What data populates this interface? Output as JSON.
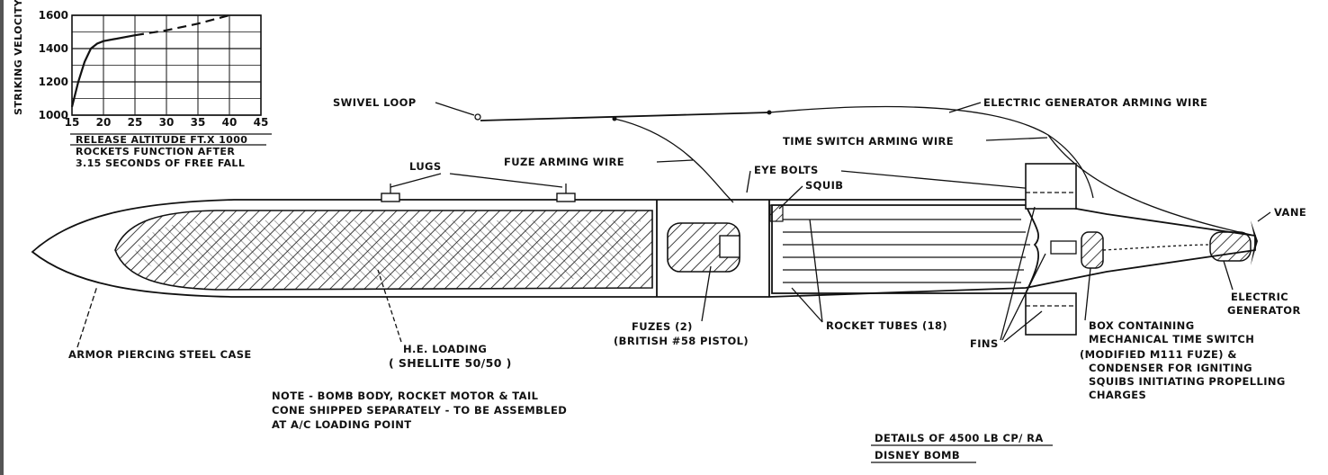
{
  "diagram": {
    "title_line1": "DETAILS OF 4500 LB  CP/ RA",
    "title_line2": "DISNEY BOMB",
    "labels": {
      "swivel_loop": "SWIVEL LOOP",
      "electric_generator_arming_wire": "ELECTRIC GENERATOR ARMING WIRE",
      "time_switch_arming_wire": "TIME SWITCH ARMING WIRE",
      "fuze_arming_wire": "FUZE ARMING WIRE",
      "lugs": "LUGS",
      "eye_bolts": "EYE BOLTS",
      "squib": "SQUIB",
      "vane": "VANE",
      "electric_generator_1": "ELECTRIC",
      "electric_generator_2": "GENERATOR",
      "armor_piercing_case": "ARMOR PIERCING STEEL CASE",
      "he_loading_1": "H.E. LOADING",
      "he_loading_2": "( SHELLITE  50/50 )",
      "fuzes_1": "FUZES (2)",
      "fuzes_2": "(BRITISH #58 PISTOL)",
      "rocket_tubes": "ROCKET TUBES  (18)",
      "fins": "FINS",
      "box_1": "BOX CONTAINING",
      "box_2": "MECHANICAL TIME SWITCH",
      "box_3": "(MODIFIED M111 FUZE) &",
      "box_4": "CONDENSER FOR IGNITING",
      "box_5": "SQUIBS INITIATING  PROPELLING",
      "box_6": "CHARGES"
    },
    "note_lines": [
      "NOTE - BOMB BODY, ROCKET MOTOR & TAIL",
      "CONE  SHIPPED SEPARATELY - TO BE ASSEMBLED",
      "AT  A/C LOADING POINT"
    ]
  },
  "chart_data": {
    "type": "line",
    "x": [
      15,
      16,
      17,
      18,
      19,
      20,
      25,
      30,
      35,
      40
    ],
    "y": [
      1050,
      1200,
      1320,
      1400,
      1430,
      1445,
      1480,
      1510,
      1550,
      1600
    ],
    "xlabel": "RELEASE  ALTITUDE  FT.X 1000",
    "ylabel": "STRIKING VELOCITY",
    "caption_1": "ROCKETS  FUNCTION  AFTER",
    "caption_2": "3.15  SECONDS  OF FREE FALL",
    "xticks": [
      "15",
      "20",
      "25",
      "30",
      "35",
      "40",
      "45"
    ],
    "yticks": [
      "1000",
      "1200",
      "1400",
      "1600"
    ],
    "xlim": [
      15,
      45
    ],
    "ylim": [
      1000,
      1600
    ],
    "grid": true,
    "dashed_from_x": 25
  }
}
